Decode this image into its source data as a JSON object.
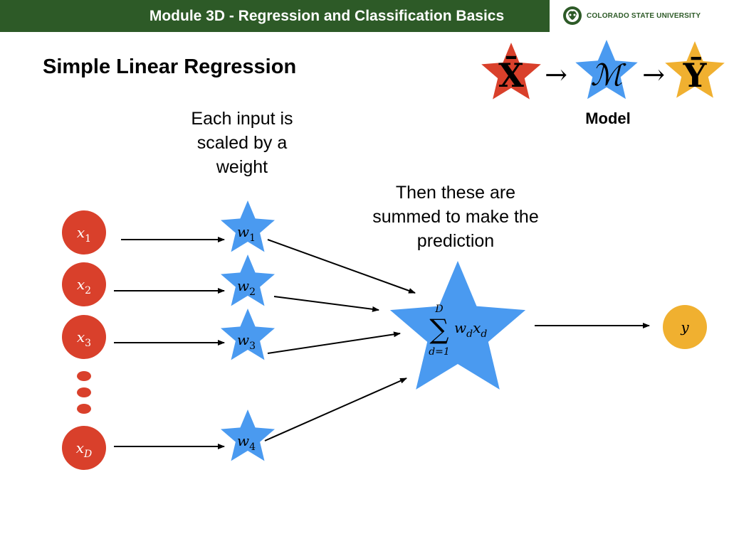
{
  "header": {
    "title": "Module  3D - Regression and Classification Basics",
    "color": "#2d5a27"
  },
  "logo": {
    "text": "COLORADO STATE UNIVERSITY"
  },
  "slide": {
    "title": "Simple Linear Regression"
  },
  "annotations": {
    "weights": "Each input is scaled by a weight",
    "sum": "Then these are summed to make the prediction"
  },
  "pipeline": {
    "input": "X̄",
    "arrow": "→",
    "model": "ℳ",
    "output": "Ȳ",
    "model_label": "Model"
  },
  "inputs": [
    {
      "var": "x",
      "sub": "1"
    },
    {
      "var": "x",
      "sub": "2"
    },
    {
      "var": "x",
      "sub": "3"
    },
    {
      "var": "x",
      "sub": "D"
    }
  ],
  "weights": [
    {
      "var": "w",
      "sub": "1"
    },
    {
      "var": "w",
      "sub": "2"
    },
    {
      "var": "w",
      "sub": "3"
    },
    {
      "var": "w",
      "sub": "4"
    }
  ],
  "sum": {
    "sigma": "∑",
    "upper": "D",
    "lower": "d=1",
    "term_w": "w",
    "term_w_sub": "d",
    "term_x": "x",
    "term_x_sub": "d"
  },
  "output": {
    "var": "y"
  },
  "colors": {
    "input": "#d9402b",
    "star": "#4a9af0",
    "output": "#f0b030",
    "header": "#2d5a27"
  }
}
